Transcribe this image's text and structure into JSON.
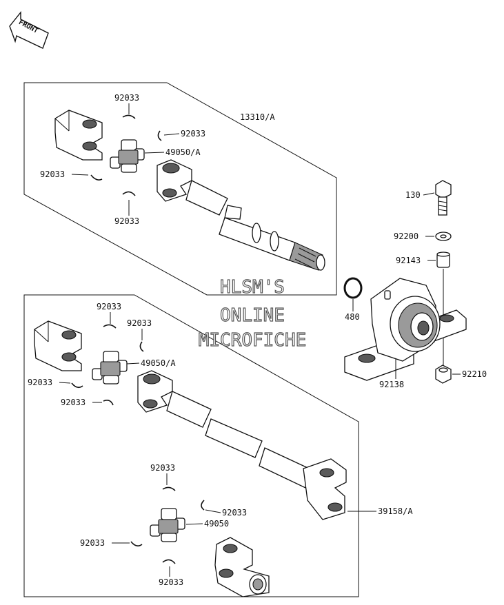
{
  "front_badge": "FRONT",
  "watermark": {
    "line1": "HLSM'S",
    "line2": "ONLINE",
    "line3": "MICROFICHE"
  },
  "labels": {
    "upper_clip_top": "92033",
    "upper_clip_right": "92033",
    "upper_joint": "49050/A",
    "upper_clip_left": "92033",
    "upper_clip_bottom": "92033",
    "upper_shaft": "13310/A",
    "bolt": "130",
    "washer": "92200",
    "collar": "92143",
    "snap_ring": "480",
    "bearing": "92138",
    "nut": "92210",
    "lower_clip_top": "92033",
    "lower_clip_right": "92033",
    "lower_joint_a": "49050/A",
    "lower_clip_left": "92033",
    "lower_clip_left2": "92033",
    "lower_shaft": "39158/A",
    "rear_clip_top": "92033",
    "rear_clip_right": "92033",
    "rear_joint": "49050",
    "rear_clip_left": "92033",
    "rear_clip_bottom": "92033"
  }
}
